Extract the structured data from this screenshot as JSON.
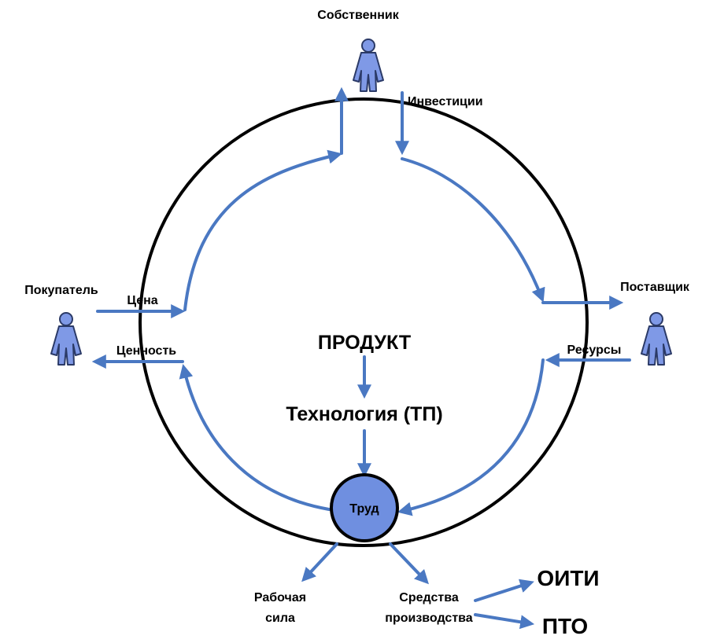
{
  "colors": {
    "flow_arrow": "#4a78c2",
    "person_fill": "#7f99e6",
    "labor_circle_fill": "#6f8fe0",
    "outline": "#000000"
  },
  "actors": {
    "owner": "Собственник",
    "buyer": "Покупатель",
    "supplier": "Поставщик"
  },
  "flows": {
    "investments": "Инвестиции",
    "price": "Цена",
    "value": "Ценность",
    "resources": "Ресурсы"
  },
  "center": {
    "product": "ПРОДУКТ",
    "technology": "Технология (ТП)",
    "labor": "Труд"
  },
  "outputs": {
    "workforce_line1": "Рабочая",
    "workforce_line2": "сила",
    "means_line1": "Средства",
    "means_line2": "производства",
    "oiti": "ОИТИ",
    "pto": "ПТО"
  },
  "icons": [
    "person-icon"
  ]
}
